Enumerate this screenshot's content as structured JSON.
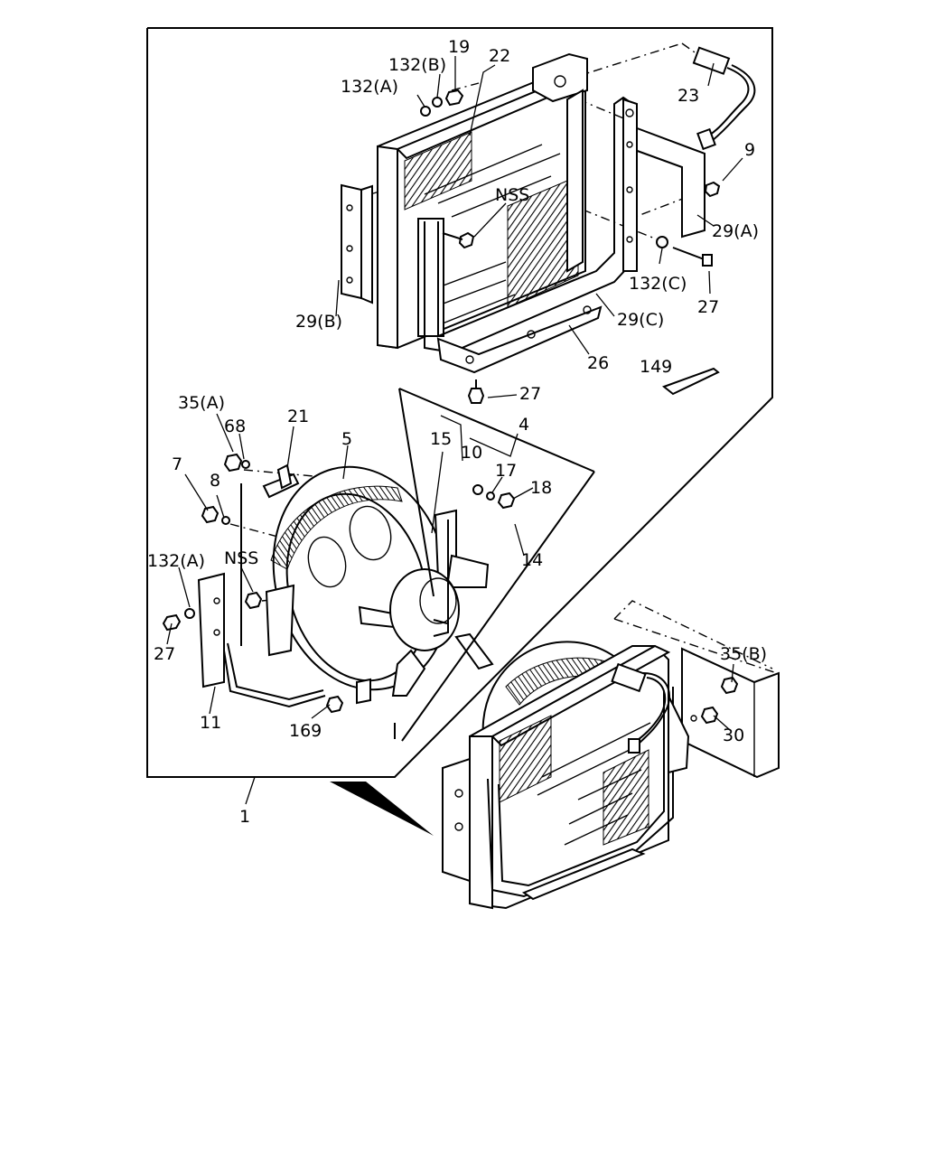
{
  "labels": {
    "p19": "19",
    "p22": "22",
    "p132b": "132(B)",
    "p132a_top": "132(A)",
    "p23": "23",
    "p9": "9",
    "p29a": "29(A)",
    "nss_top": "NSS",
    "p132c": "132(C)",
    "p27_right": "27",
    "p29b": "29(B)",
    "p29c": "29(C)",
    "p26": "26",
    "p149": "149",
    "p27_mid": "27",
    "p35a": "35(A)",
    "p68": "68",
    "p21": "21",
    "p5": "5",
    "p15": "15",
    "p10": "10",
    "p4": "4",
    "p17": "17",
    "p18": "18",
    "p7": "7",
    "p8": "8",
    "p132a_left": "132(A)",
    "nss_left": "NSS",
    "p14": "14",
    "p27_left": "27",
    "p11": "11",
    "p169": "169",
    "p35b": "35(B)",
    "p30": "30",
    "p1": "1"
  }
}
